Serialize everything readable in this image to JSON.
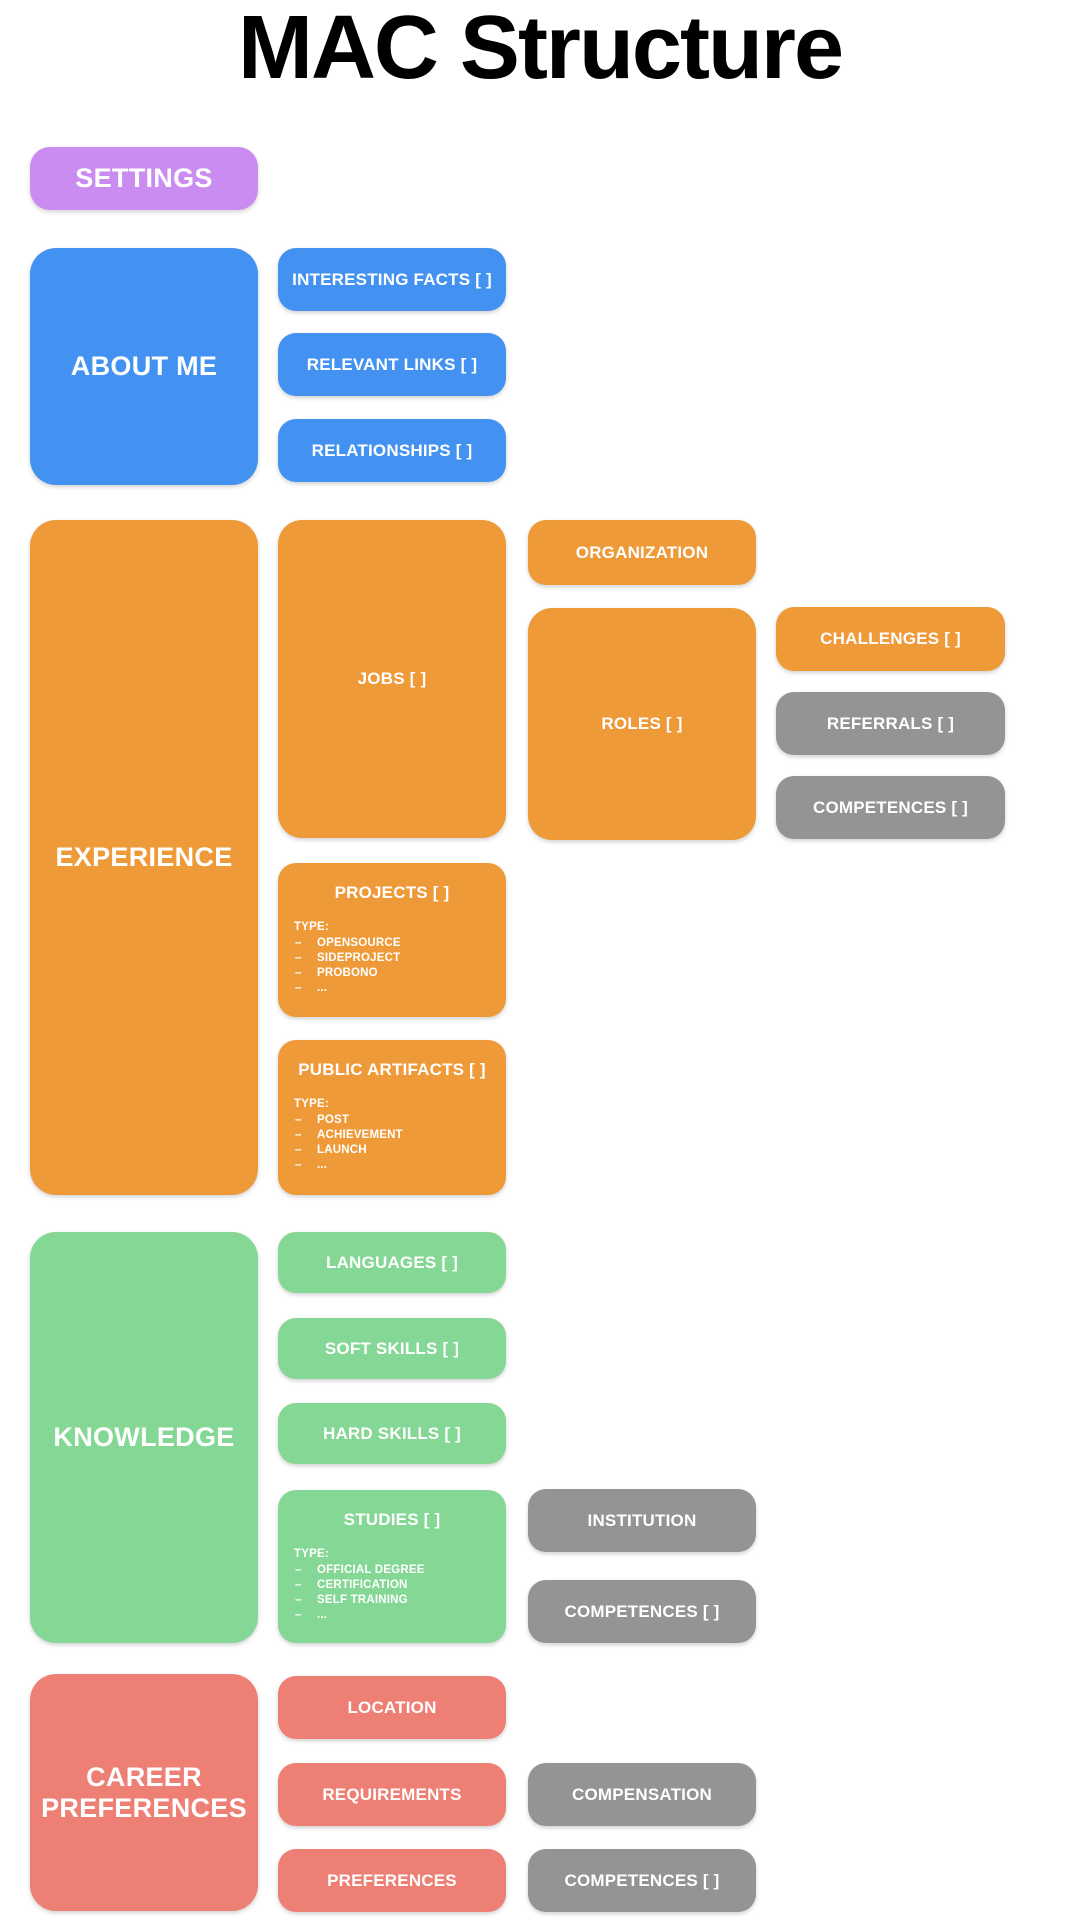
{
  "title": "MAC Structure",
  "colors": {
    "purple": "#ca8cf0",
    "blue": "#4392f1",
    "orange": "#ef9a39",
    "green": "#84d794",
    "salmon": "#ed7f74",
    "gray": "#949494",
    "node_text": "#ffffff",
    "title_text": "#000000",
    "background": "#ffffff"
  },
  "settings": {
    "label": "SETTINGS"
  },
  "about_me": {
    "label": "ABOUT ME",
    "children": {
      "interesting_facts": "INTERESTING FACTS [ ]",
      "relevant_links": "RELEVANT LINKS [ ]",
      "relationships": "RELATIONSHIPS [ ]"
    }
  },
  "experience": {
    "label": "EXPERIENCE",
    "jobs": "JOBS [ ]",
    "organization": "ORGANIZATION",
    "roles": "ROLES [ ]",
    "challenges": "CHALLENGES [ ]",
    "referrals": "REFERRALS [ ]",
    "competences": "COMPETENCES [ ]",
    "projects": {
      "label": "PROJECTS [ ]",
      "type_heading": "TYPE:",
      "types": [
        "OPENSOURCE",
        "SIDEPROJECT",
        "PROBONO",
        "..."
      ]
    },
    "public_artifacts": {
      "label": "PUBLIC ARTIFACTS [ ]",
      "type_heading": "TYPE:",
      "types": [
        "POST",
        "ACHIEVEMENT",
        "LAUNCH",
        "..."
      ]
    }
  },
  "knowledge": {
    "label": "KNOWLEDGE",
    "languages": "LANGUAGES [ ]",
    "soft_skills": "SOFT SKILLS [ ]",
    "hard_skills": "HARD SKILLS [ ]",
    "studies": {
      "label": "STUDIES [ ]",
      "type_heading": "TYPE:",
      "types": [
        "OFFICIAL DEGREE",
        "CERTIFICATION",
        "SELF TRAINING",
        "..."
      ]
    },
    "institution": "INSTITUTION",
    "competences": "COMPETENCES [ ]"
  },
  "career_preferences": {
    "label": "CAREER PREFERENCES",
    "location": "LOCATION",
    "requirements": "REQUIREMENTS",
    "preferences": "PREFERENCES",
    "compensation": "COMPENSATION",
    "competences": "COMPETENCES [ ]"
  }
}
